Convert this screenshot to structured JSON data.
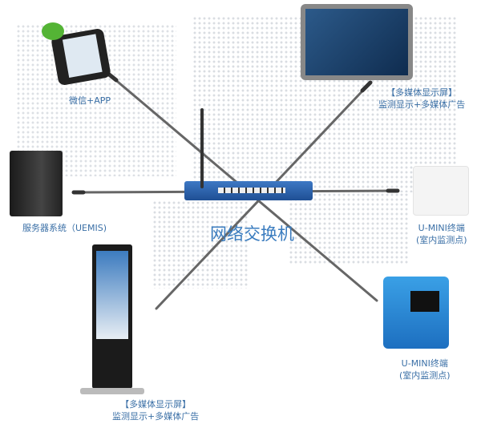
{
  "center": {
    "label": "网络交换机"
  },
  "nodes": {
    "app": {
      "label": "微信+APP"
    },
    "server": {
      "label": "服务器系统（UEMIS)"
    },
    "screen_top": {
      "line1": "【多媒体显示屏】",
      "line2": "监测显示+多媒体广告"
    },
    "umini_wall": {
      "line1": "U-MINI终端",
      "line2": "(室内监测点)"
    },
    "umini_box": {
      "line1": "U-MINI终端",
      "line2": "(室内监测点)"
    },
    "kiosk": {
      "line1": "【多媒体显示屏】",
      "line2": "监测显示+多媒体广告"
    }
  },
  "colors": {
    "label": "#3a6fa6",
    "switch": "#2a5ea8"
  }
}
